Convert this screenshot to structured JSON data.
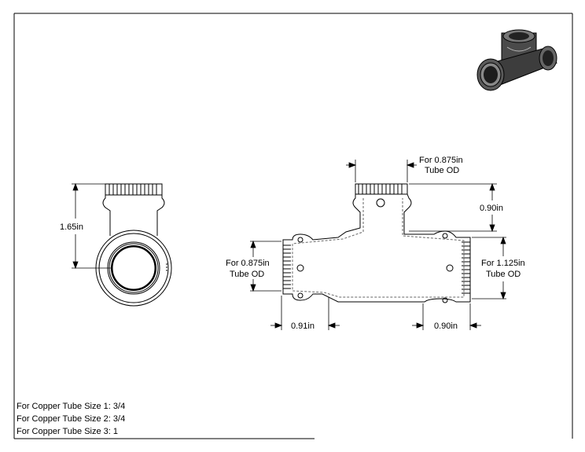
{
  "dimensions": {
    "height": "1.65in",
    "top_branch_od_line1": "For 0.875in",
    "top_branch_od_line2": "Tube OD",
    "branch_length": "0.90in",
    "left_od_line1": "For 0.875in",
    "left_od_line2": "Tube OD",
    "right_od_line1": "For 1.125in",
    "right_od_line2": "Tube OD",
    "left_length": "0.91in",
    "right_length": "0.90in"
  },
  "notes": [
    "For Copper Tube Size 1: 3/4",
    "For Copper Tube Size 2: 3/4",
    "For Copper Tube Size 3: 1"
  ],
  "colors": {
    "line": "#000000",
    "dashed": "#555555",
    "fitting_dark": "#2a2a2a",
    "fitting_mid": "#6b6b6b"
  }
}
